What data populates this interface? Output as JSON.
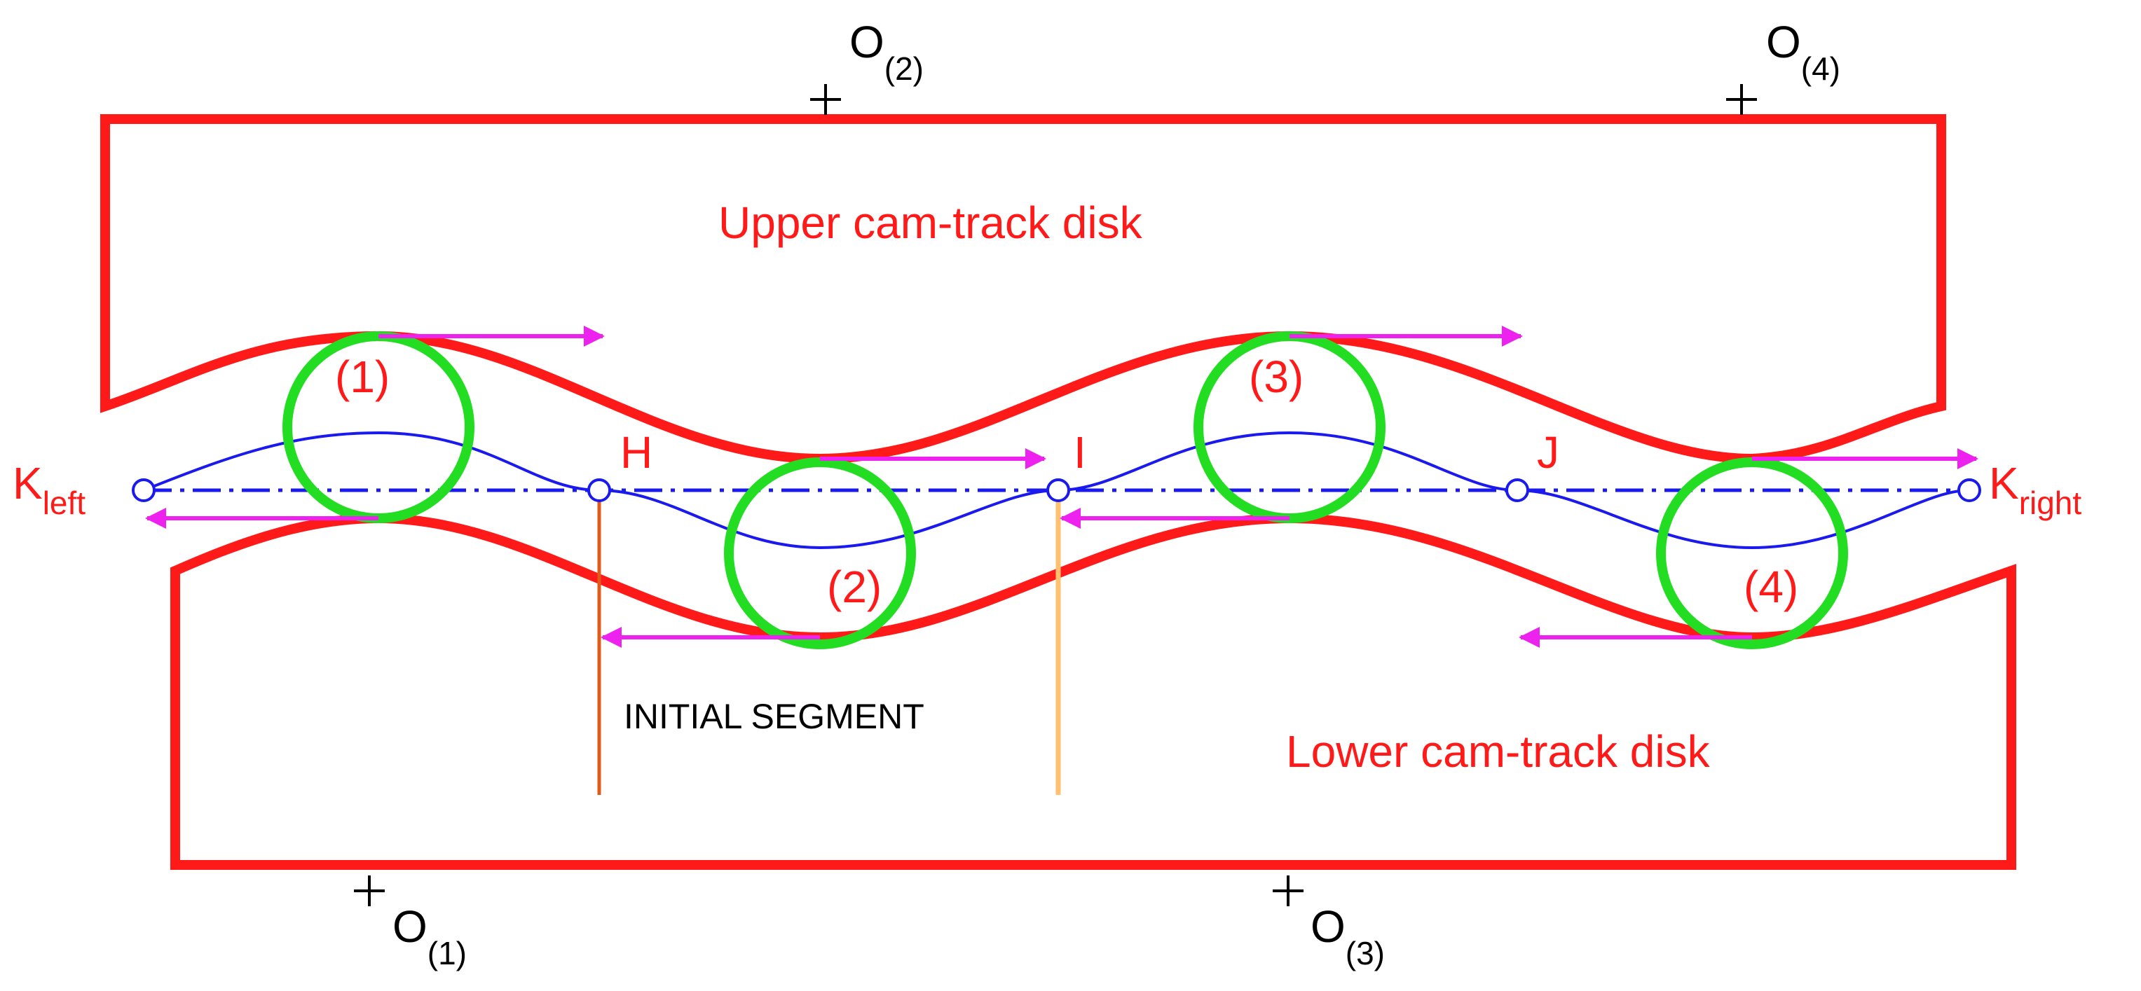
{
  "diagram": {
    "upper_disk_label": "Upper cam-track disk",
    "lower_disk_label": "Lower cam-track disk",
    "segment_label": "INITIAL SEGMENT",
    "points": {
      "k_left": {
        "main": "K",
        "sub": "left"
      },
      "h": "H",
      "i": "I",
      "j": "J",
      "k_right": {
        "main": "K",
        "sub": "right"
      }
    },
    "rollers": [
      "(1)",
      "(2)",
      "(3)",
      "(4)"
    ],
    "centers": [
      {
        "main": "O",
        "sub": "(1)"
      },
      {
        "main": "O",
        "sub": "(2)"
      },
      {
        "main": "O",
        "sub": "(3)"
      },
      {
        "main": "O",
        "sub": "(4)"
      }
    ],
    "colors": {
      "disk": "#ff1a1a",
      "roller": "#22dd22",
      "path": "#1a1aee",
      "arrow": "#ee22ee",
      "marker_h": "#e05a1a",
      "marker_i": "#ffc070",
      "text": "#000000"
    }
  }
}
